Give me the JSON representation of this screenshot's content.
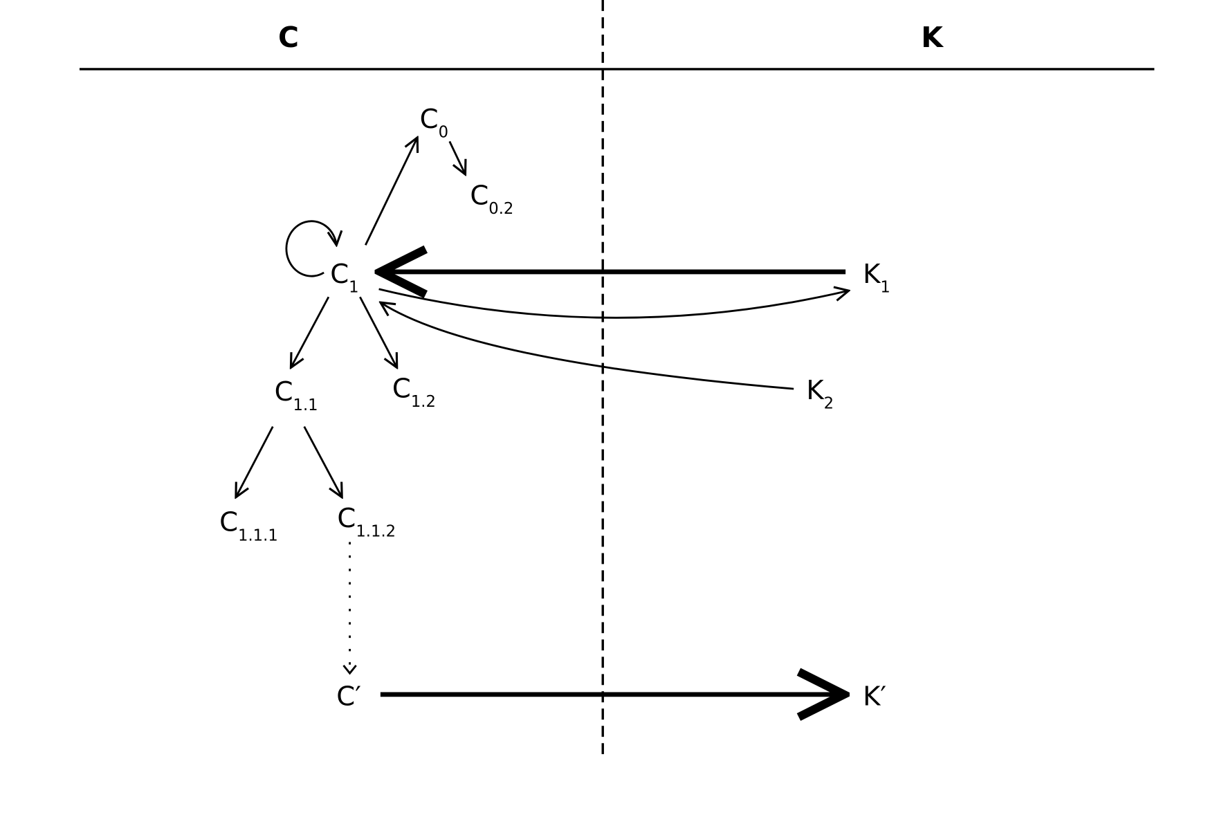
{
  "headers": {
    "left": "C",
    "right": "K"
  },
  "nodes": {
    "c0": {
      "base": "C",
      "sub": "0"
    },
    "c02": {
      "base": "C",
      "sub": "0.2"
    },
    "c1": {
      "base": "C",
      "sub": "1"
    },
    "k1": {
      "base": "K",
      "sub": "1"
    },
    "k2": {
      "base": "K",
      "sub": "2"
    },
    "c11": {
      "base": "C",
      "sub": "1.1"
    },
    "c12": {
      "base": "C",
      "sub": "1.2"
    },
    "c111": {
      "base": "C",
      "sub": "1.1.1"
    },
    "c112": {
      "base": "C",
      "sub": "1.1.2"
    },
    "cprime": {
      "base": "C′"
    },
    "kprime": {
      "base": "K′"
    }
  }
}
